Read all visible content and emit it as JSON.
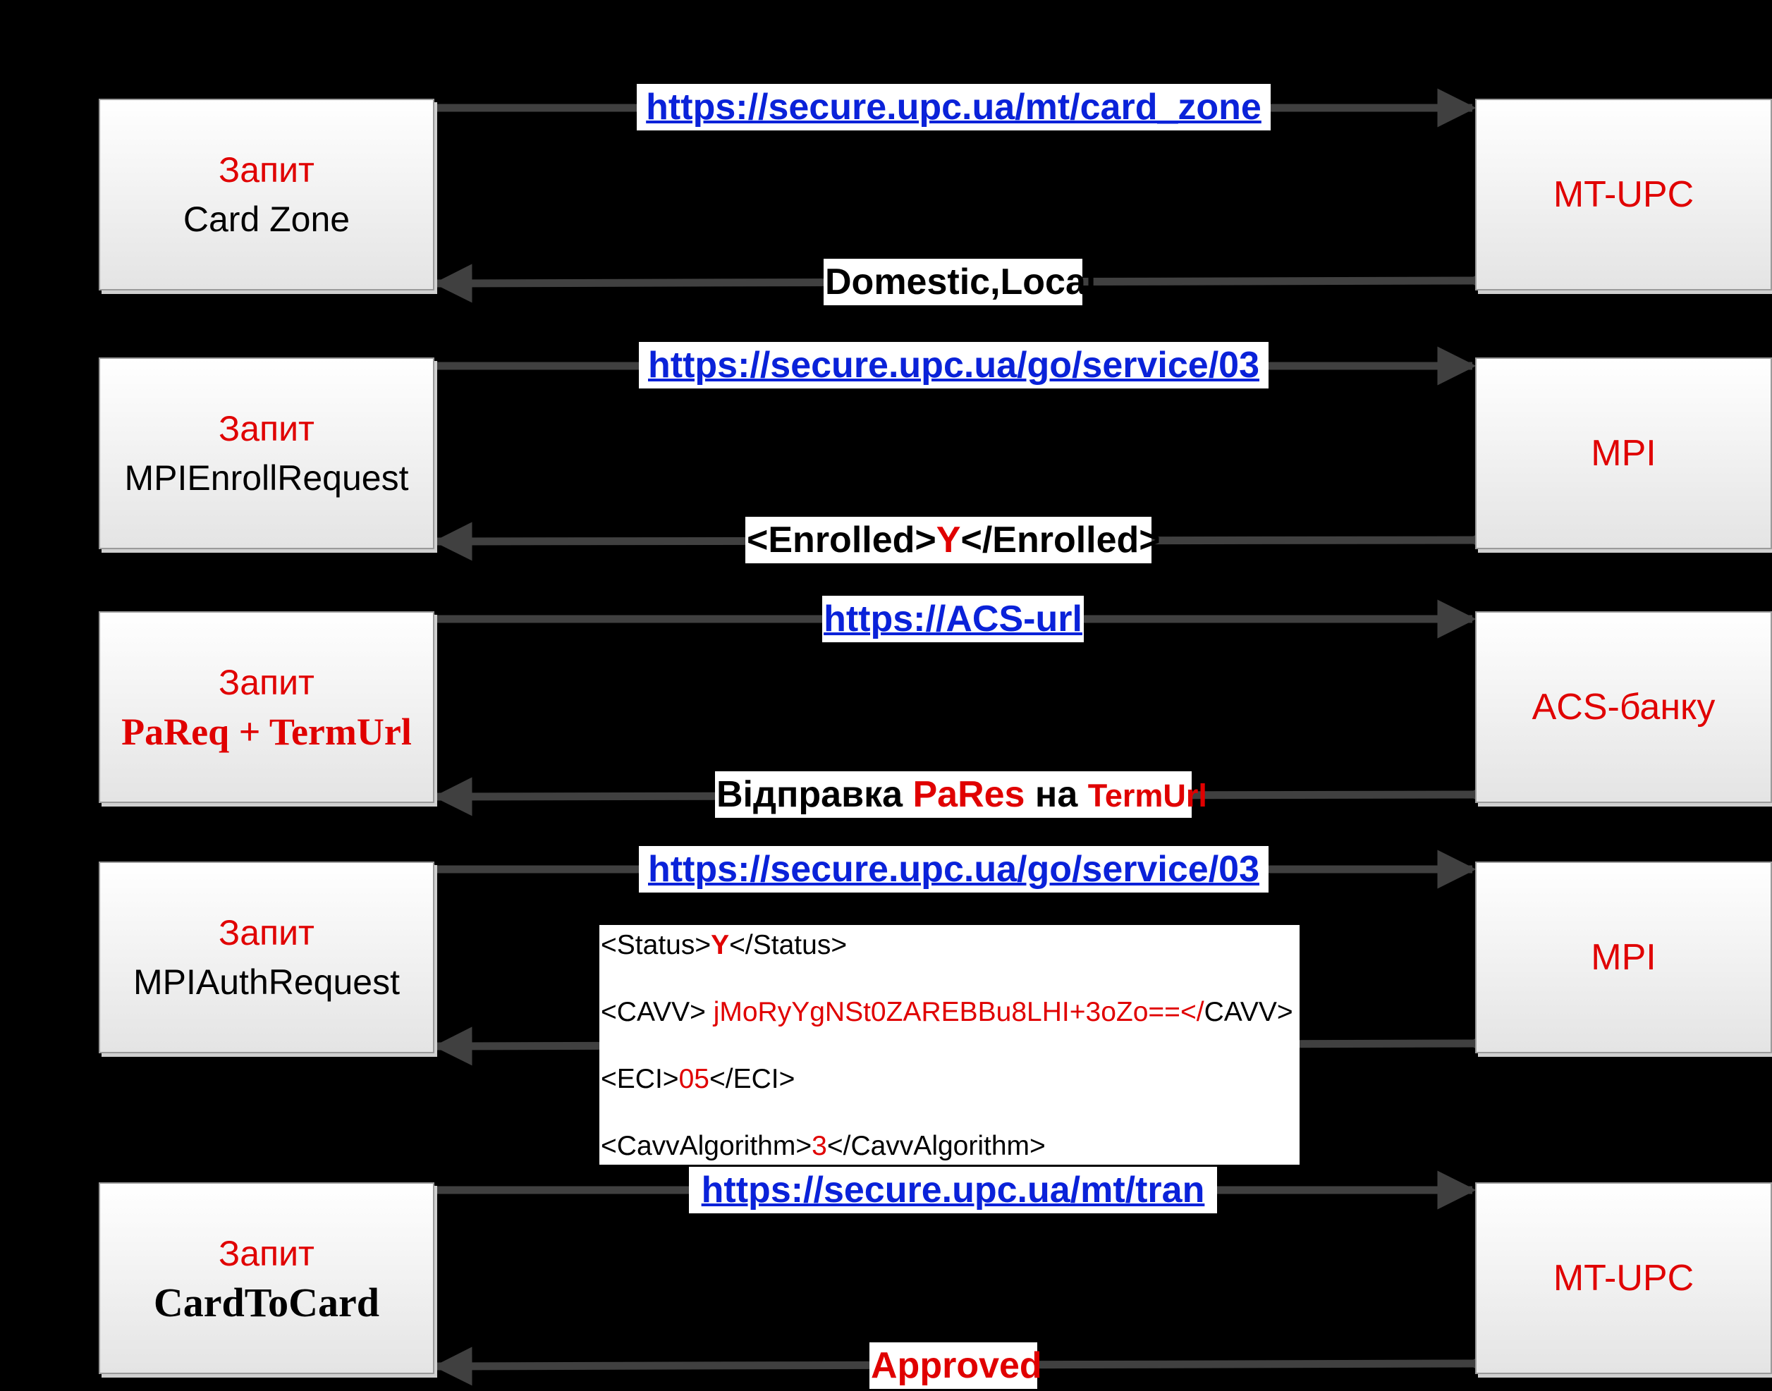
{
  "steps": [
    {
      "left": {
        "line1": "Запит",
        "line2": "Card Zone"
      },
      "right": "MT-UPC",
      "request": "https://secure.upc.ua/mt/card_zone",
      "response": {
        "parts": [
          "Domestic,Local"
        ]
      }
    },
    {
      "left": {
        "line1": "Запит",
        "line2": "MPIEnrollRequest"
      },
      "right": "MPI",
      "request": "https://secure.upc.ua/go/service/03",
      "response": {
        "parts": [
          "<Enrolled>",
          "Y",
          "</Enrolled>"
        ]
      }
    },
    {
      "left": {
        "line1": "Запит",
        "line2": "PaReq + TermUrl"
      },
      "right": "ACS-банку",
      "request": "https://ACS-url",
      "response": {
        "parts": [
          "Відправка ",
          "PaRes",
          " на ",
          "TermUrl"
        ]
      }
    },
    {
      "left": {
        "line1": "Запит",
        "line2": "MPIAuthRequest"
      },
      "right": "MPI",
      "request": "https://secure.upc.ua/go/service/03",
      "response_lines": [
        {
          "a": "<Status>",
          "b": "Y",
          "c": "</Status>"
        },
        {
          "a": "<CAVV> ",
          "b": "jMoRyYgNSt0ZAREBBu8LHI+3oZo==</",
          "c": "CAVV>"
        },
        {
          "a": "<ECI>",
          "b": "05",
          "c": "</ECI>"
        },
        {
          "a": "<CavvAlgorithm>",
          "b": "3",
          "c": "</CavvAlgorithm>"
        }
      ]
    },
    {
      "left": {
        "line1": "Запит",
        "line2": "CardToCard"
      },
      "right": "MT-UPC",
      "request": "https://secure.upc.ua/mt/tran",
      "response": {
        "parts": [
          "Approved"
        ]
      }
    }
  ],
  "colors": {
    "background": "#000000",
    "arrow": "#404040",
    "red": "#e00000",
    "link": "#0a22d9"
  }
}
